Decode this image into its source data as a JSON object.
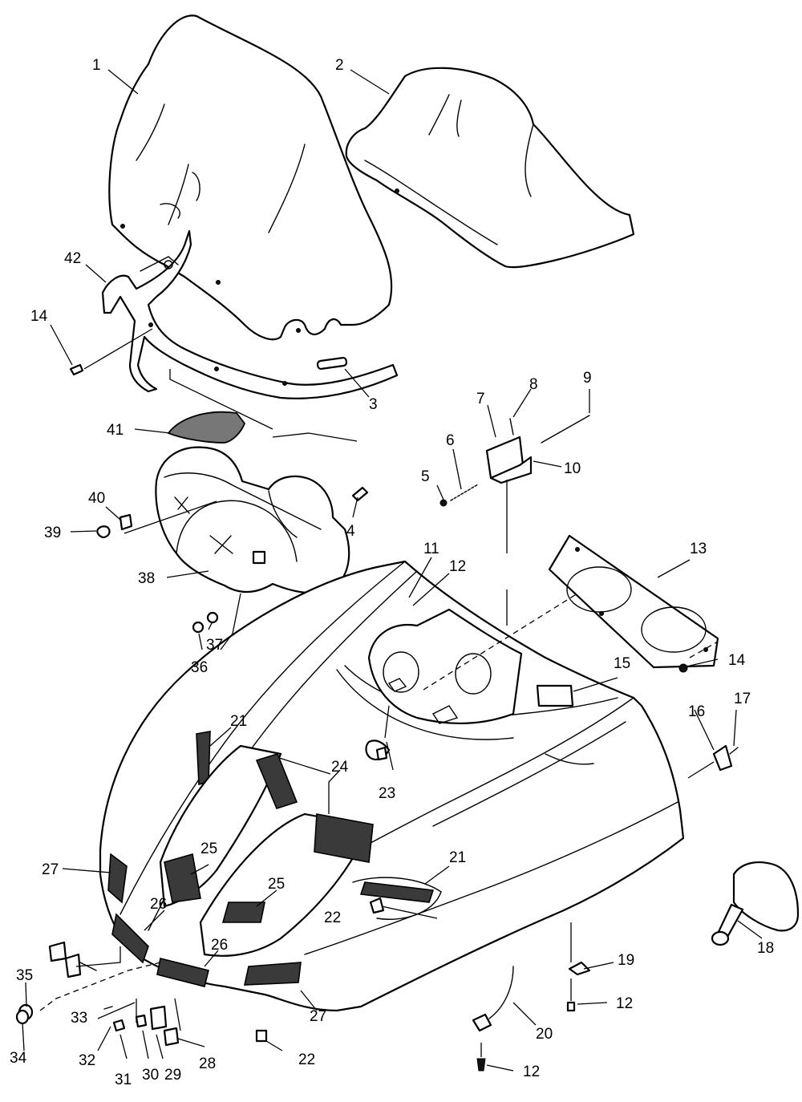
{
  "callouts": [
    {
      "id": "c1",
      "text": "1"
    },
    {
      "id": "c2",
      "text": "2"
    },
    {
      "id": "c3",
      "text": "3"
    },
    {
      "id": "c4",
      "text": "4"
    },
    {
      "id": "c5",
      "text": "5"
    },
    {
      "id": "c6",
      "text": "6"
    },
    {
      "id": "c7",
      "text": "7"
    },
    {
      "id": "c8",
      "text": "8"
    },
    {
      "id": "c9",
      "text": "9"
    },
    {
      "id": "c10",
      "text": "10"
    },
    {
      "id": "c11",
      "text": "11"
    },
    {
      "id": "c12a",
      "text": "12"
    },
    {
      "id": "c13",
      "text": "13"
    },
    {
      "id": "c14a",
      "text": "14"
    },
    {
      "id": "c14b",
      "text": "14"
    },
    {
      "id": "c15",
      "text": "15"
    },
    {
      "id": "c16",
      "text": "16"
    },
    {
      "id": "c17",
      "text": "17"
    },
    {
      "id": "c18",
      "text": "18"
    },
    {
      "id": "c19",
      "text": "19"
    },
    {
      "id": "c12b",
      "text": "12"
    },
    {
      "id": "c12c",
      "text": "12"
    },
    {
      "id": "c20",
      "text": "20"
    },
    {
      "id": "c21a",
      "text": "21"
    },
    {
      "id": "c21b",
      "text": "21"
    },
    {
      "id": "c22a",
      "text": "22"
    },
    {
      "id": "c22b",
      "text": "22"
    },
    {
      "id": "c23",
      "text": "23"
    },
    {
      "id": "c24",
      "text": "24"
    },
    {
      "id": "c25a",
      "text": "25"
    },
    {
      "id": "c25b",
      "text": "25"
    },
    {
      "id": "c26a",
      "text": "26"
    },
    {
      "id": "c26b",
      "text": "26"
    },
    {
      "id": "c27a",
      "text": "27"
    },
    {
      "id": "c27b",
      "text": "27"
    },
    {
      "id": "c28",
      "text": "28"
    },
    {
      "id": "c29",
      "text": "29"
    },
    {
      "id": "c30",
      "text": "30"
    },
    {
      "id": "c31",
      "text": "31"
    },
    {
      "id": "c32",
      "text": "32"
    },
    {
      "id": "c33",
      "text": "33"
    },
    {
      "id": "c34",
      "text": "34"
    },
    {
      "id": "c35",
      "text": "35"
    },
    {
      "id": "c36",
      "text": "36"
    },
    {
      "id": "c37",
      "text": "37"
    },
    {
      "id": "c38",
      "text": "38"
    },
    {
      "id": "c39",
      "text": "39"
    },
    {
      "id": "c40",
      "text": "40"
    },
    {
      "id": "c41",
      "text": "41"
    },
    {
      "id": "c42",
      "text": "42"
    }
  ]
}
